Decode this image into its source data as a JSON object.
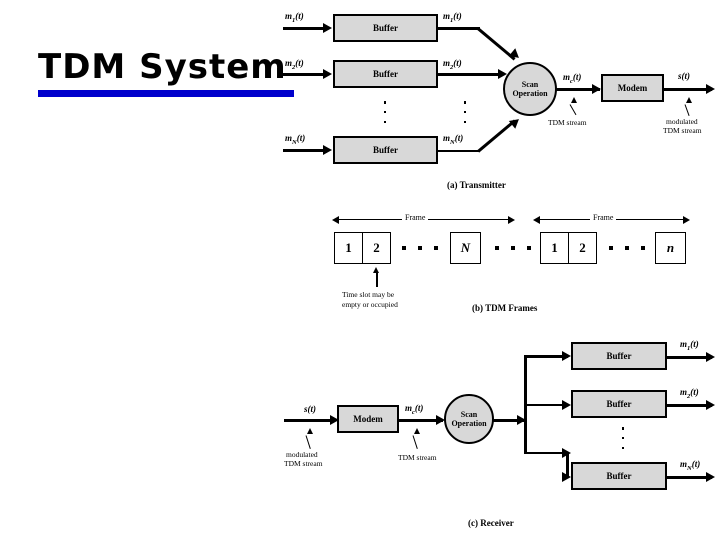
{
  "slide": {
    "title": "TDM System",
    "accent_color": "#0000cc",
    "background_color": "#ffffff"
  },
  "transmitter": {
    "caption": "(a) Transmitter",
    "inputs": [
      {
        "label": "m",
        "sub": "1",
        "suffix": "(t)"
      },
      {
        "label": "m",
        "sub": "2",
        "suffix": "(t)"
      },
      {
        "label": "m",
        "sub": "N",
        "suffix": "(t)"
      }
    ],
    "buffers": [
      {
        "label": "Buffer"
      },
      {
        "label": "Buffer"
      },
      {
        "label": "Buffer"
      }
    ],
    "buffer_outputs": [
      {
        "label": "m",
        "sub": "1",
        "suffix": "(t)"
      },
      {
        "label": "m",
        "sub": "2",
        "suffix": "(t)"
      },
      {
        "label": "m",
        "sub": "N",
        "suffix": "(t)"
      }
    ],
    "scan": {
      "line1": "Scan",
      "line2": "Operation"
    },
    "scan_output": {
      "label": "m",
      "sub": "c",
      "suffix": "(t)"
    },
    "scan_output_note": "TDM stream",
    "modem": {
      "label": "Modem"
    },
    "modem_output": {
      "label": "s",
      "sub": "",
      "suffix": "(t)"
    },
    "modem_output_note_line1": "modulated",
    "modem_output_note_line2": "TDM stream"
  },
  "frames": {
    "caption": "(b) TDM Frames",
    "frame_label_left": "Frame",
    "frame_label_right": "Frame",
    "group_left": [
      "1",
      "2",
      "N"
    ],
    "group_right": [
      "1",
      "2",
      "n"
    ],
    "annotation_line1": "Time slot may be",
    "annotation_line2": "empty or occupied"
  },
  "receiver": {
    "caption": "(c) Receiver",
    "input": {
      "label": "s",
      "sub": "",
      "suffix": "(t)"
    },
    "input_note_line1": "modulated",
    "input_note_line2": "TDM stream",
    "modem": {
      "label": "Modem"
    },
    "modem_output": {
      "label": "m",
      "sub": "c",
      "suffix": "(t)"
    },
    "modem_output_note": "TDM stream",
    "scan": {
      "line1": "Scan",
      "line2": "Operation"
    },
    "buffers": [
      {
        "label": "Buffer"
      },
      {
        "label": "Buffer"
      },
      {
        "label": "Buffer"
      }
    ],
    "outputs": [
      {
        "label": "m",
        "sub": "1",
        "suffix": "(t)"
      },
      {
        "label": "m",
        "sub": "2",
        "suffix": "(t)"
      },
      {
        "label": "m",
        "sub": "N",
        "suffix": "(t)"
      }
    ]
  }
}
